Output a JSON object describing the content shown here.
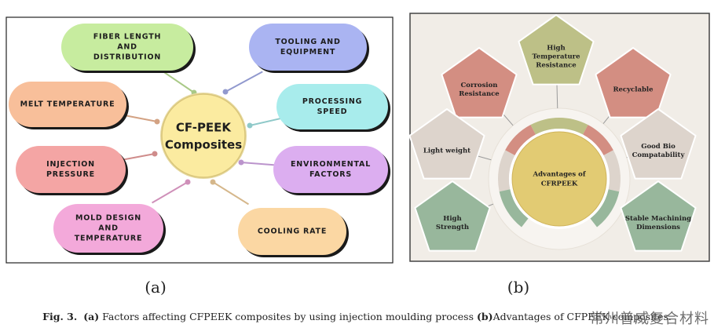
{
  "panel_a": {
    "center": {
      "line1": "CF-PEEK",
      "line2": "Composites"
    },
    "nodes": [
      {
        "lines": [
          "FIBER LENGTH",
          "AND",
          "DISTRIBUTION"
        ],
        "color": "#c7ec9f"
      },
      {
        "lines": [
          "TOOLING AND",
          "EQUIPMENT"
        ],
        "color": "#aab4f2"
      },
      {
        "lines": [
          "MELT TEMPERATURE"
        ],
        "color": "#f8bf9a"
      },
      {
        "lines": [
          "PROCESSING",
          "SPEED"
        ],
        "color": "#a8ecec"
      },
      {
        "lines": [
          "INJECTION",
          "PRESSURE"
        ],
        "color": "#f4a5a4"
      },
      {
        "lines": [
          "ENVIRONMENTAL",
          "FACTORS"
        ],
        "color": "#dcaef0"
      },
      {
        "lines": [
          "MOLD DESIGN",
          "AND",
          "TEMPERATURE"
        ],
        "color": "#f3a9da"
      },
      {
        "lines": [
          "COOLING RATE"
        ],
        "color": "#fbd7a3"
      }
    ],
    "label": "(a)"
  },
  "panel_b": {
    "center": {
      "line1": "Advantages of",
      "line2": "CFRPEEK"
    },
    "items": [
      {
        "lines": [
          "High",
          "Temperature",
          "Resistance"
        ],
        "color": "#bdc087"
      },
      {
        "lines": [
          "Corrosion",
          "Resistance"
        ],
        "color": "#d38e82"
      },
      {
        "lines": [
          "Recyclable"
        ],
        "color": "#d38e82"
      },
      {
        "lines": [
          "Light weight"
        ],
        "color": "#ddd4cc"
      },
      {
        "lines": [
          "Good Bio",
          "Compatability"
        ],
        "color": "#ddd4cc"
      },
      {
        "lines": [
          "High",
          "Strength"
        ],
        "color": "#98b79c"
      },
      {
        "lines": [
          "Stable Machining",
          "Dimensions"
        ],
        "color": "#98b79c"
      }
    ],
    "label": "(b)"
  },
  "caption": {
    "fig": "Fig. 3.",
    "a_tag": "(a)",
    "a_text": " Factors affecting CFPEEK composites by using injection moulding process ",
    "b_tag": "(b)",
    "b_text": "Advantages of CFPEEK composites."
  },
  "watermark": "常州普威复合材料"
}
